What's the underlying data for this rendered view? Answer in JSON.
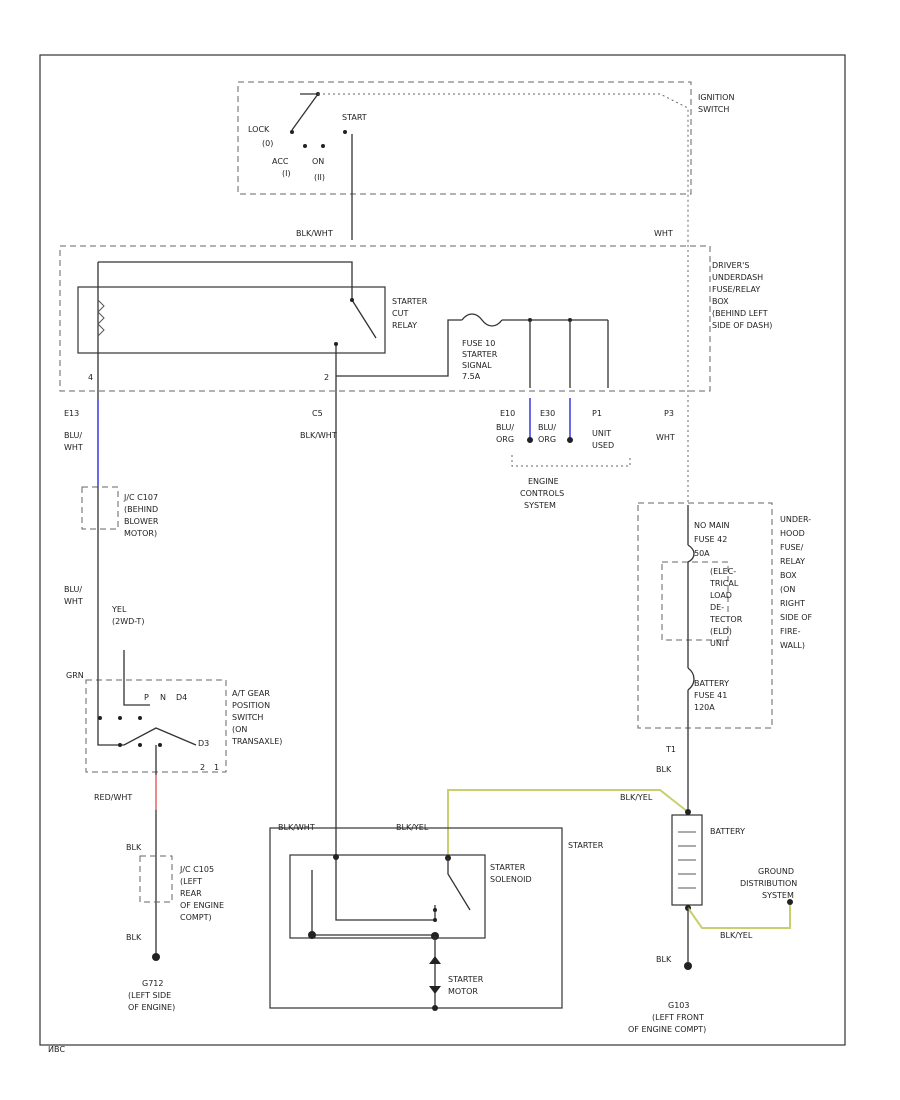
{
  "diagram_code": "ИВС",
  "ignition_switch": {
    "label": [
      "IGNITION",
      "SWITCH"
    ],
    "positions": {
      "lock": "LOCK",
      "lock_num": "(0)",
      "acc": "ACC",
      "acc_num": "(I)",
      "on": "ON",
      "on_num": "(II)",
      "start": "START"
    }
  },
  "top_wires": {
    "left": "BLK/WHT",
    "right": "WHT"
  },
  "fuse_box": {
    "label": [
      "DRIVER'S",
      "UNDERDASH",
      "FUSE/RELAY",
      "BOX",
      "(BEHIND LEFT",
      "SIDE OF DASH)"
    ],
    "relay_label": [
      "STARTER",
      "CUT",
      "RELAY"
    ],
    "fuse_label": [
      "FUSE 10",
      "STARTER",
      "SIGNAL",
      "7.5A"
    ],
    "pin_a": "4",
    "pin_b": "2"
  },
  "left_branch": {
    "connector": "E13",
    "wire1": [
      "BLU/",
      "WHT"
    ],
    "jc1_label": [
      "J/C C107",
      "(BEHIND",
      "BLOWER",
      "MOTOR)"
    ],
    "wire2": [
      "BLU/",
      "WHT"
    ],
    "gear_wire": "GRN",
    "gear_side": [
      "YEL",
      "(2WD-T)"
    ],
    "gear_switch": [
      "A/T GEAR",
      "POSITION",
      "SWITCH",
      "(ON",
      "TRANSAXLE)"
    ],
    "gear_positions": {
      "p": "P",
      "n": "N",
      "d4": "D4",
      "d3": "D3",
      "num2": "2",
      "num1": "1"
    },
    "wire3": "RED/WHT",
    "wire4": "BLK",
    "jc2_label": [
      "J/C C105",
      "(LEFT",
      "REAR",
      "OF ENGINE",
      "COMPT)"
    ],
    "wire5": "BLK",
    "ground_label": [
      "G712",
      "(LEFT SIDE",
      "OF ENGINE)"
    ]
  },
  "center_branch": {
    "connector": "C5",
    "wire": "BLK/WHT"
  },
  "engine_control": {
    "pins": [
      "E10",
      "E30",
      "P1"
    ],
    "wires": [
      [
        "BLU/",
        "ORG"
      ],
      [
        "BLU/",
        "ORG"
      ],
      [
        "UNIT",
        "USED"
      ]
    ],
    "label": [
      "ENGINE",
      "CONTROLS",
      "SYSTEM"
    ]
  },
  "right_branch": {
    "connector": "P3",
    "wire": "WHT",
    "underhood_label": [
      "UNDER-",
      "HOOD",
      "FUSE/",
      "RELAY",
      "BOX",
      "(ON",
      "RIGHT",
      "SIDE OF",
      "FIRE-",
      "WALL)"
    ],
    "main_fuse": [
      "NO MAIN",
      "FUSE 42",
      "50A"
    ],
    "elc_unit": [
      "(ELEC-",
      "TRICAL",
      "LOAD",
      "DE-",
      "TECTOR",
      "(ELD)",
      "UNIT"
    ],
    "battery_fuse": [
      "BATTERY",
      "FUSE 41",
      "120A"
    ],
    "pin": "T1",
    "wire2": "BLK"
  },
  "battery": {
    "label": "BATTERY",
    "pos_wire": "BLK/YEL",
    "neg_wire": "BLK/YEL"
  },
  "ground_dist": {
    "label": [
      "GROUND",
      "DISTRIBUTION",
      "SYSTEM"
    ]
  },
  "bottom_ground": {
    "wire": "BLK",
    "label": [
      "G103",
      "(LEFT FRONT",
      "OF ENGINE COMPT)"
    ]
  },
  "starter": {
    "label": "STARTER",
    "wire_left": "BLK/WHT",
    "wire_right": "BLK/YEL",
    "solenoid": [
      "STARTER",
      "SOLENOID"
    ],
    "motor": [
      "STARTER",
      "MOTOR"
    ]
  }
}
